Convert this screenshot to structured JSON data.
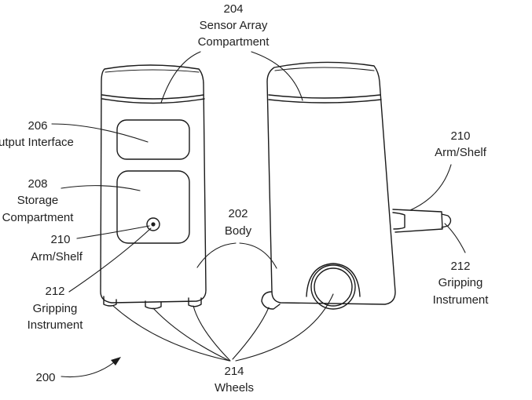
{
  "labels": {
    "l204_num": "204",
    "l204_a": "Sensor Array",
    "l204_b": "Compartment",
    "l206_num": "206",
    "l206_text": "utput Interface",
    "l208_num": "208",
    "l208_a": "Storage",
    "l208_b": "Compartment",
    "l210_left_num": "210",
    "l210_left_text": "Arm/Shelf",
    "l212_left_num": "212",
    "l212_left_a": "Gripping",
    "l212_left_b": "Instrument",
    "l202_num": "202",
    "l202_text": "Body",
    "l210_right_num": "210",
    "l210_right_text": "Arm/Shelf",
    "l212_right_num": "212",
    "l212_right_a": "Gripping",
    "l212_right_b": "Instrument",
    "l214_num": "214",
    "l214_text": "Wheels",
    "l200_num": "200"
  }
}
